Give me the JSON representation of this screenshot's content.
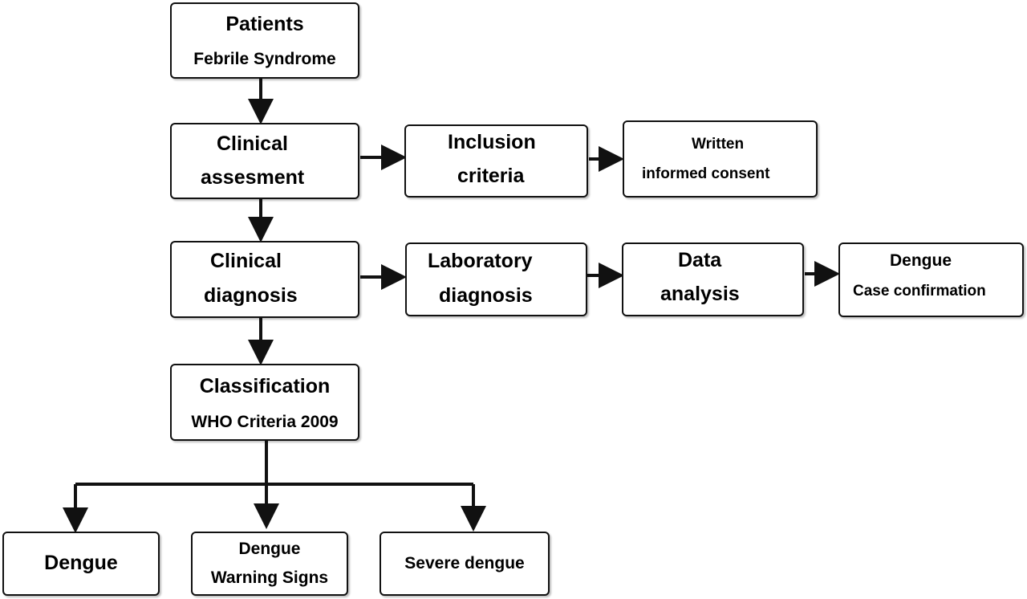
{
  "nodes": {
    "patients": {
      "line1": "Patients",
      "line2": "Febrile Syndrome"
    },
    "clinical_assessment": {
      "line1": "Clinical",
      "line2": "assesment"
    },
    "inclusion_criteria": {
      "line1": "Inclusion",
      "line2": "criteria"
    },
    "written_consent": {
      "line1": "Written",
      "line2": "informed consent"
    },
    "clinical_diagnosis": {
      "line1": "Clinical",
      "line2": "diagnosis"
    },
    "laboratory_diagnosis": {
      "line1": "Laboratory",
      "line2": "diagnosis"
    },
    "data_analysis": {
      "line1": "Data",
      "line2": "analysis"
    },
    "case_confirmation": {
      "line1": "Dengue",
      "line2": "Case confirmation"
    },
    "classification": {
      "line1": "Classification",
      "line2": "WHO Criteria 2009"
    },
    "dengue": {
      "label": "Dengue"
    },
    "warning_signs": {
      "line1": "Dengue",
      "line2": "Warning Signs"
    },
    "severe_dengue": {
      "label": "Severe dengue"
    }
  },
  "colors": {
    "stroke": "#111111",
    "fill": "#ffffff",
    "text": "#000000"
  }
}
